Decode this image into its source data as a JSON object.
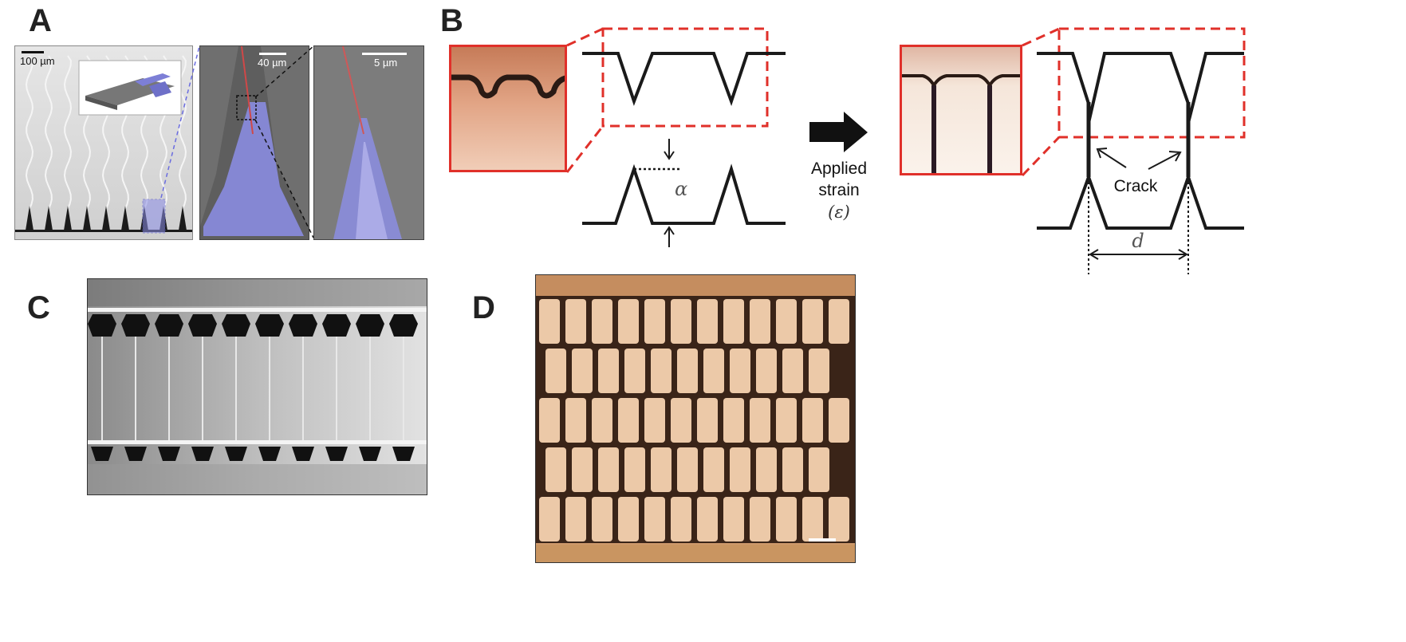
{
  "panels": {
    "a": {
      "letter": "A",
      "scale_main": "100 µm",
      "scale_mid": "40 µm",
      "scale_right": "5 µm"
    },
    "b": {
      "letter": "B",
      "applied": "Applied",
      "strain": "strain",
      "epsilon": "(ε)",
      "crack": "Crack",
      "alpha": "α",
      "d": "d"
    },
    "c": {
      "letter": "C"
    },
    "d": {
      "letter": "D"
    }
  },
  "colors": {
    "dashed_red": "#e0302a",
    "line_black": "#1a1a1a",
    "gel_purple": "#8c8ee8",
    "copper": "#d9a27a"
  }
}
